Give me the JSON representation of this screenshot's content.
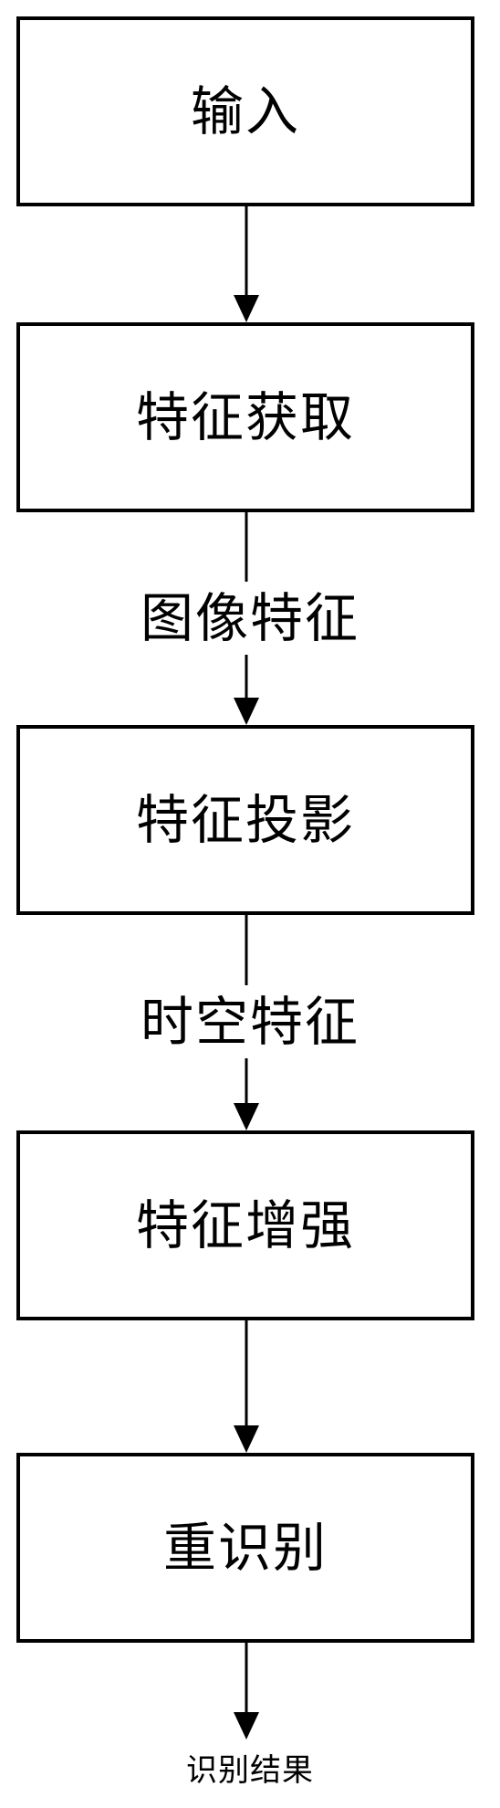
{
  "flowchart": {
    "steps": [
      {
        "id": "input",
        "label": "输入"
      },
      {
        "id": "feature-acquisition",
        "label": "特征获取"
      },
      {
        "id": "feature-projection",
        "label": "特征投影"
      },
      {
        "id": "feature-enhancement",
        "label": "特征增强"
      },
      {
        "id": "re-identification",
        "label": "重识别"
      }
    ],
    "connectors": [
      {
        "from": "input",
        "to": "feature-acquisition",
        "label": ""
      },
      {
        "from": "feature-acquisition",
        "to": "feature-projection",
        "label": "图像特征"
      },
      {
        "from": "feature-projection",
        "to": "feature-enhancement",
        "label": "时空特征"
      },
      {
        "from": "feature-enhancement",
        "to": "re-identification",
        "label": ""
      },
      {
        "from": "re-identification",
        "to": "result",
        "label": ""
      }
    ],
    "output_label": "识别结果"
  },
  "colors": {
    "stroke": "#000000",
    "background": "#ffffff"
  }
}
